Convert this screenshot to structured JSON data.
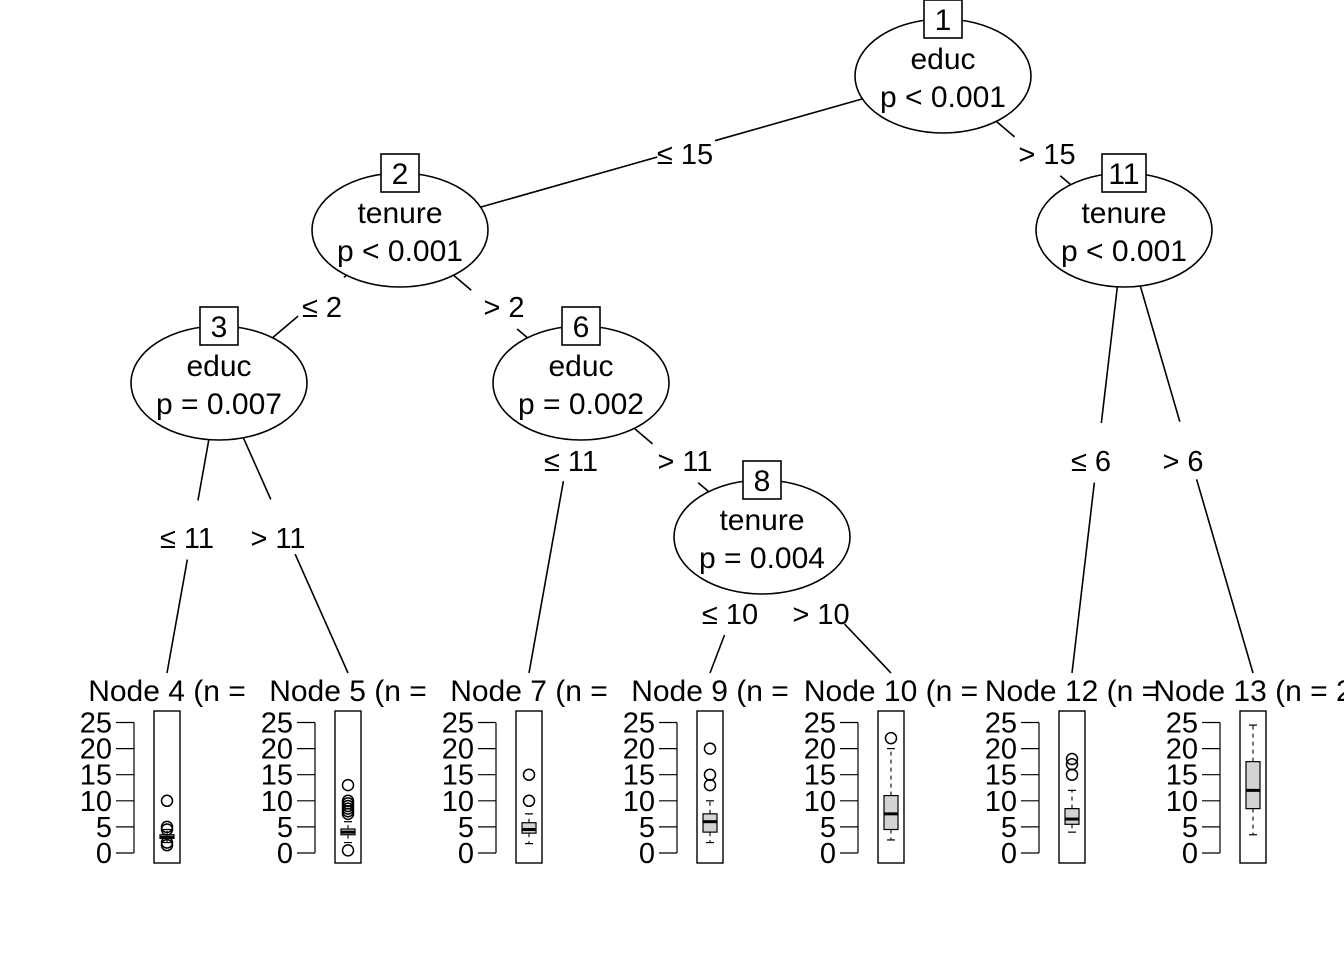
{
  "inner_nodes": [
    {
      "id": "1",
      "var": "educ",
      "p": "p < 0.001"
    },
    {
      "id": "2",
      "var": "tenure",
      "p": "p < 0.001"
    },
    {
      "id": "3",
      "var": "educ",
      "p": "p = 0.007"
    },
    {
      "id": "6",
      "var": "educ",
      "p": "p = 0.002"
    },
    {
      "id": "8",
      "var": "tenure",
      "p": "p = 0.004"
    },
    {
      "id": "11",
      "var": "tenure",
      "p": "p < 0.001"
    }
  ],
  "edges": [
    {
      "from": "1",
      "to": "2",
      "label": "≤ 15"
    },
    {
      "from": "1",
      "to": "11",
      "label": "> 15"
    },
    {
      "from": "2",
      "to": "3",
      "label": "≤ 2"
    },
    {
      "from": "2",
      "to": "6",
      "label": "> 2"
    },
    {
      "from": "3",
      "to": "4",
      "label": "≤ 11"
    },
    {
      "from": "3",
      "to": "5",
      "label": "> 11"
    },
    {
      "from": "6",
      "to": "7",
      "label": "≤ 11"
    },
    {
      "from": "6",
      "to": "8",
      "label": "> 11"
    },
    {
      "from": "8",
      "to": "9",
      "label": "≤ 10"
    },
    {
      "from": "8",
      "to": "10",
      "label": "> 10"
    },
    {
      "from": "11",
      "to": "12",
      "label": "≤ 6"
    },
    {
      "from": "11",
      "to": "13",
      "label": "> 6"
    }
  ],
  "terminal_nodes": [
    {
      "id": "4",
      "label": "Node 4 (n =",
      "box": {
        "min": 2,
        "q1": 2.8,
        "median": 3,
        "q3": 3.5,
        "max": 4.5
      },
      "outliers": [
        1.5,
        2,
        4.5,
        5,
        10
      ]
    },
    {
      "id": "5",
      "label": "Node 5 (n =",
      "box": {
        "min": 2,
        "q1": 3.5,
        "median": 4,
        "q3": 4.6,
        "max": 6
      },
      "outliers": [
        0.5,
        7.5,
        8,
        8.5,
        9,
        9.5,
        10,
        13
      ]
    },
    {
      "id": "7",
      "label": "Node 7 (n =",
      "box": {
        "min": 1.8,
        "q1": 3.8,
        "median": 4.5,
        "q3": 5.8,
        "max": 7.5
      },
      "outliers": [
        10,
        15
      ]
    },
    {
      "id": "9",
      "label": "Node 9 (n =",
      "box": {
        "min": 2,
        "q1": 4,
        "median": 6,
        "q3": 7.5,
        "max": 10
      },
      "outliers": [
        13,
        15,
        20
      ]
    },
    {
      "id": "10",
      "label": "Node 10 (n =",
      "box": {
        "min": 2.5,
        "q1": 4.5,
        "median": 7.5,
        "q3": 11,
        "max": 20
      },
      "outliers": [
        22
      ]
    },
    {
      "id": "12",
      "label": "Node 12 (n =",
      "box": {
        "min": 4,
        "q1": 5.5,
        "median": 6.5,
        "q3": 8.5,
        "max": 12
      },
      "outliers": [
        15,
        17,
        18
      ]
    },
    {
      "id": "13",
      "label": "Node 13 (n = 2",
      "box": {
        "min": 3.5,
        "q1": 8.5,
        "median": 12,
        "q3": 17.5,
        "max": 24.5
      },
      "outliers": []
    }
  ],
  "y_ticks": [
    "0",
    "5",
    "10",
    "15",
    "20",
    "25"
  ],
  "colors": {
    "line": "#000000",
    "box_fill": "#d3d3d3",
    "background": "#ffffff"
  }
}
